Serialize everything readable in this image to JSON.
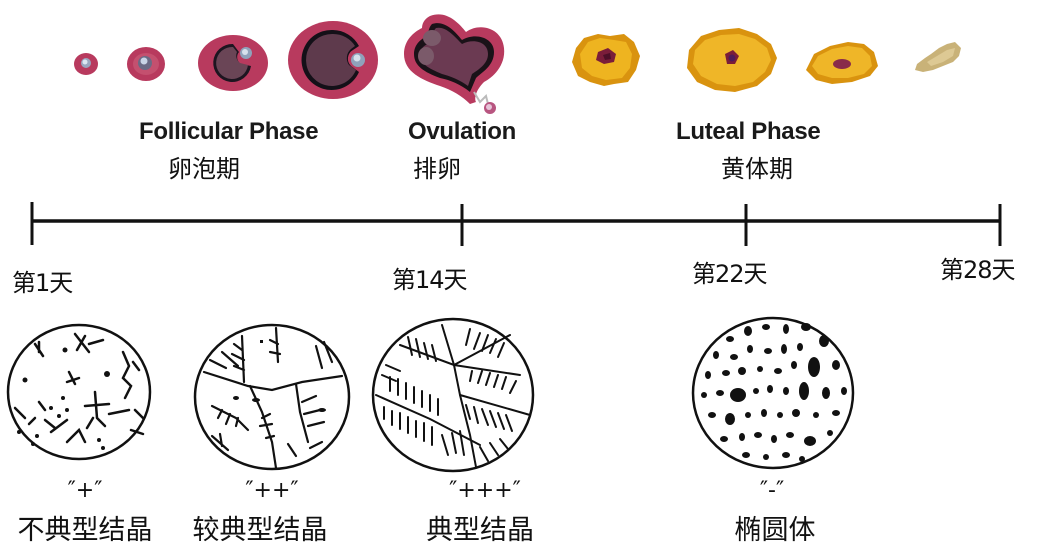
{
  "phases": [
    {
      "en": "Follicular Phase",
      "zh": "卵泡期"
    },
    {
      "en": "Ovulation",
      "zh": "排卵"
    },
    {
      "en": "Luteal Phase",
      "zh": "黄体期"
    }
  ],
  "timeline": {
    "ticks": [
      {
        "label": "第1天",
        "day": 1
      },
      {
        "label": "第14天",
        "day": 14
      },
      {
        "label": "第22天",
        "day": 22
      },
      {
        "label": "第28天",
        "day": 28
      }
    ]
  },
  "crystals": [
    {
      "grade": "″+″",
      "label": "不典型结晶",
      "pattern": "sparse-crystals"
    },
    {
      "grade": "″++″",
      "label": "较典型结晶",
      "pattern": "moderate-fern"
    },
    {
      "grade": "″+++″",
      "label": "典型结晶",
      "pattern": "dense-fern"
    },
    {
      "grade": "″-″",
      "label": "椭圆体",
      "pattern": "ellipsoid-bodies"
    }
  ],
  "illustrations": {
    "follicles": [
      "primordial-follicle",
      "primary-follicle",
      "secondary-follicle",
      "mature-follicle",
      "ovulating-follicle"
    ],
    "corpus_luteum": [
      "early-corpus-luteum",
      "mature-corpus-luteum",
      "regressing-corpus-luteum",
      "corpus-albicans"
    ]
  },
  "colors": {
    "follicle_rim": "#b83a5e",
    "follicle_inner": "#5a3345",
    "luteum": "#e2a514",
    "luteum_center": "#7a1d3a",
    "albicans": "#c9b278",
    "line": "#111111"
  }
}
